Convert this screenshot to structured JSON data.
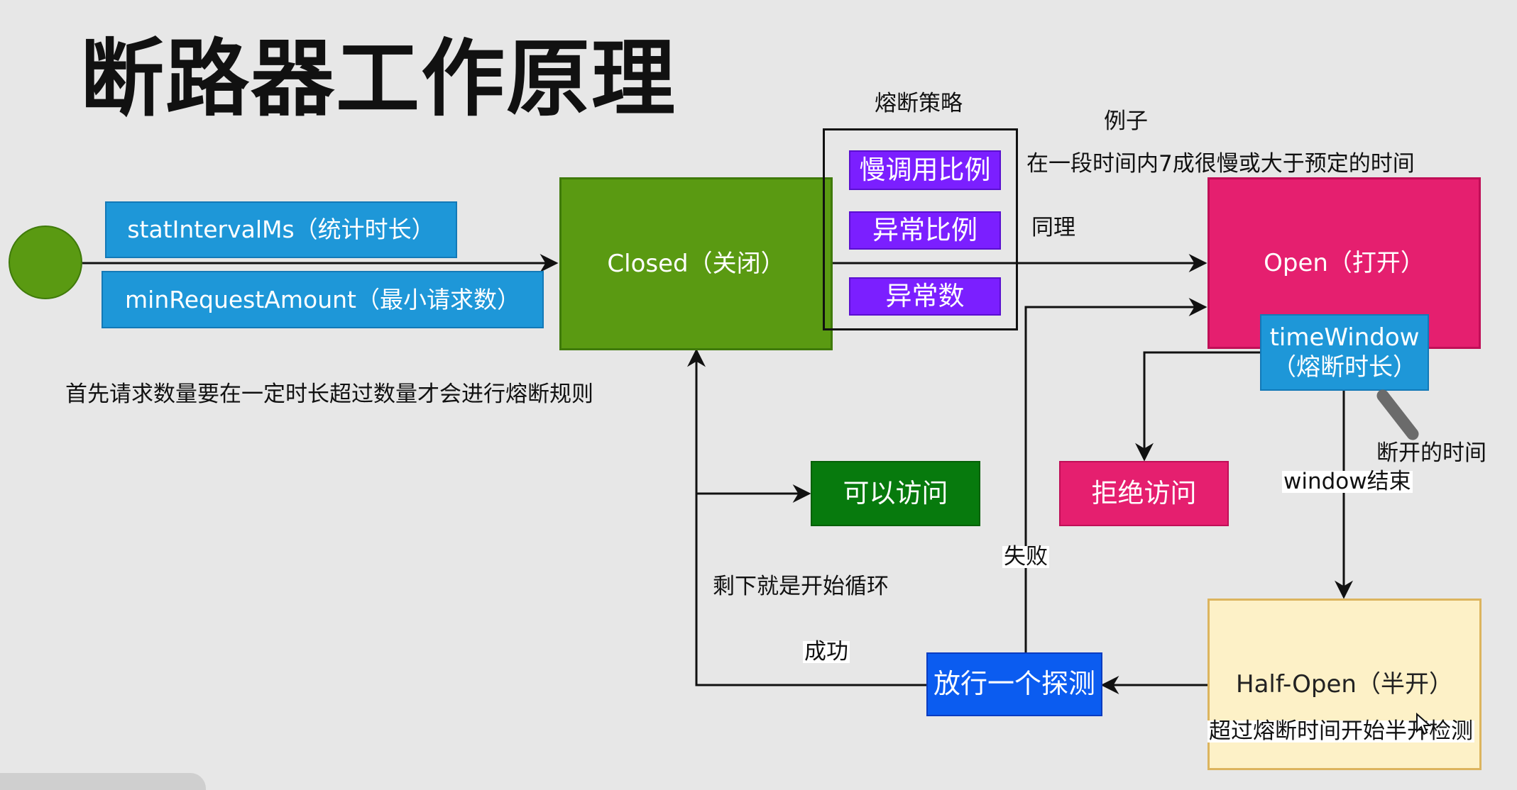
{
  "title": "断路器工作原理",
  "params": {
    "stat_interval": "statIntervalMs（统计时长）",
    "min_request": "minRequestAmount（最小请求数）"
  },
  "states": {
    "closed": "Closed（关闭）",
    "open": "Open（打开）",
    "half_open": "Half-Open（半开）"
  },
  "strategy": {
    "heading": "熔断策略",
    "items": [
      "慢调用比例",
      "异常比例",
      "异常数"
    ]
  },
  "examples": {
    "heading": "例子",
    "slow_call": "在一段时间内7成很慢或大于预定的时间",
    "same": "同理"
  },
  "time_window": {
    "line1": "timeWindow",
    "line2": "（熔断时长）"
  },
  "notes": {
    "first_request": "首先请求数量要在一定时长超过数量才会进行熔断规则",
    "disconnect_time": "断开的时间",
    "window_end": "window结束",
    "remaining_cycle": "剩下就是开始循环",
    "success": "成功",
    "failure": "失败",
    "half_open_note": "超过熔断时间开始半开检测"
  },
  "actions": {
    "allow": "可以访问",
    "deny": "拒绝访问",
    "probe": "放行一个探测"
  },
  "colors": {
    "closed": "#5a9a12",
    "open": "#e51f6f",
    "half_open": "#fdf1c7",
    "param": "#1e97d8",
    "strategy": "#7b1fff",
    "allow": "#077a0d",
    "probe": "#0b5cf0"
  }
}
